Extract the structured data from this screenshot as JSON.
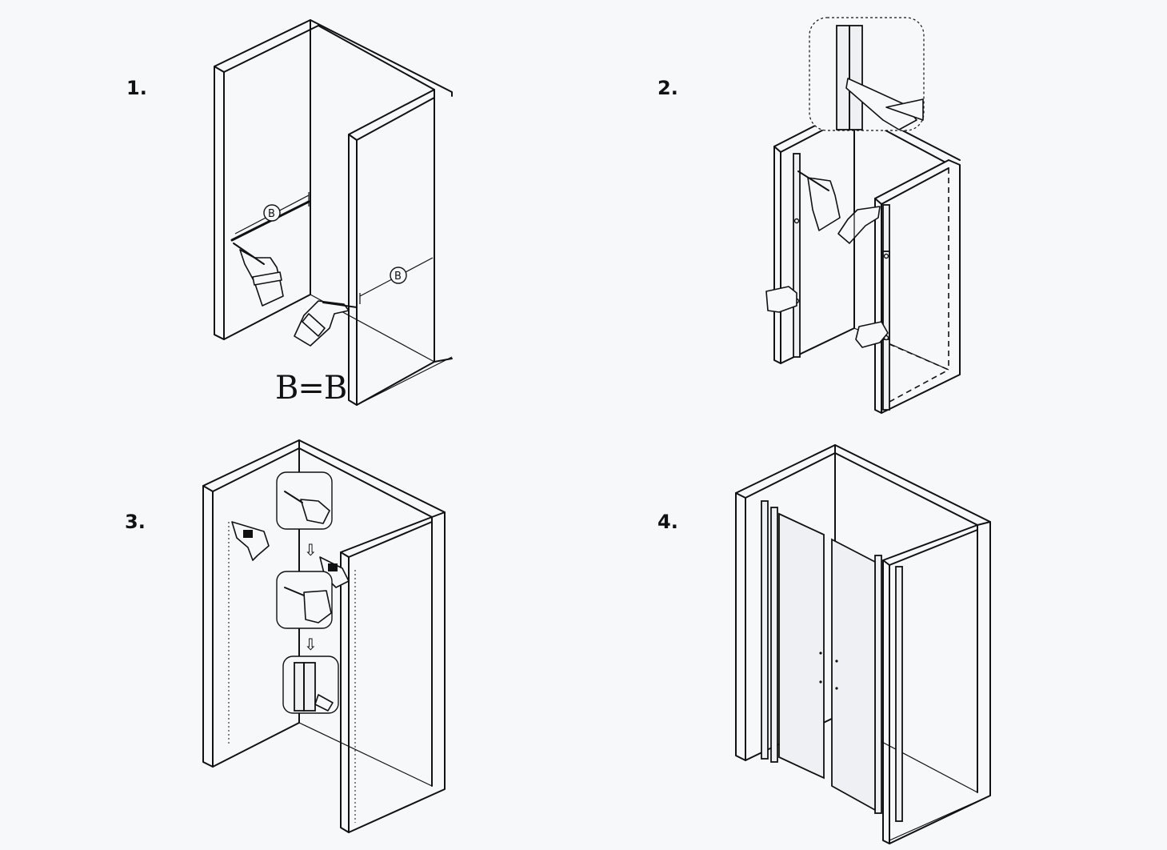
{
  "steps": [
    {
      "number": "1.",
      "illustration": "measure-and-mark-walls",
      "annotation": "B=B",
      "marker_label": "B"
    },
    {
      "number": "2.",
      "illustration": "mark-drill-holes-with-profile"
    },
    {
      "number": "3.",
      "illustration": "drill-plug-screw-profiles"
    },
    {
      "number": "4.",
      "illustration": "assembled-shower-doors"
    }
  ]
}
